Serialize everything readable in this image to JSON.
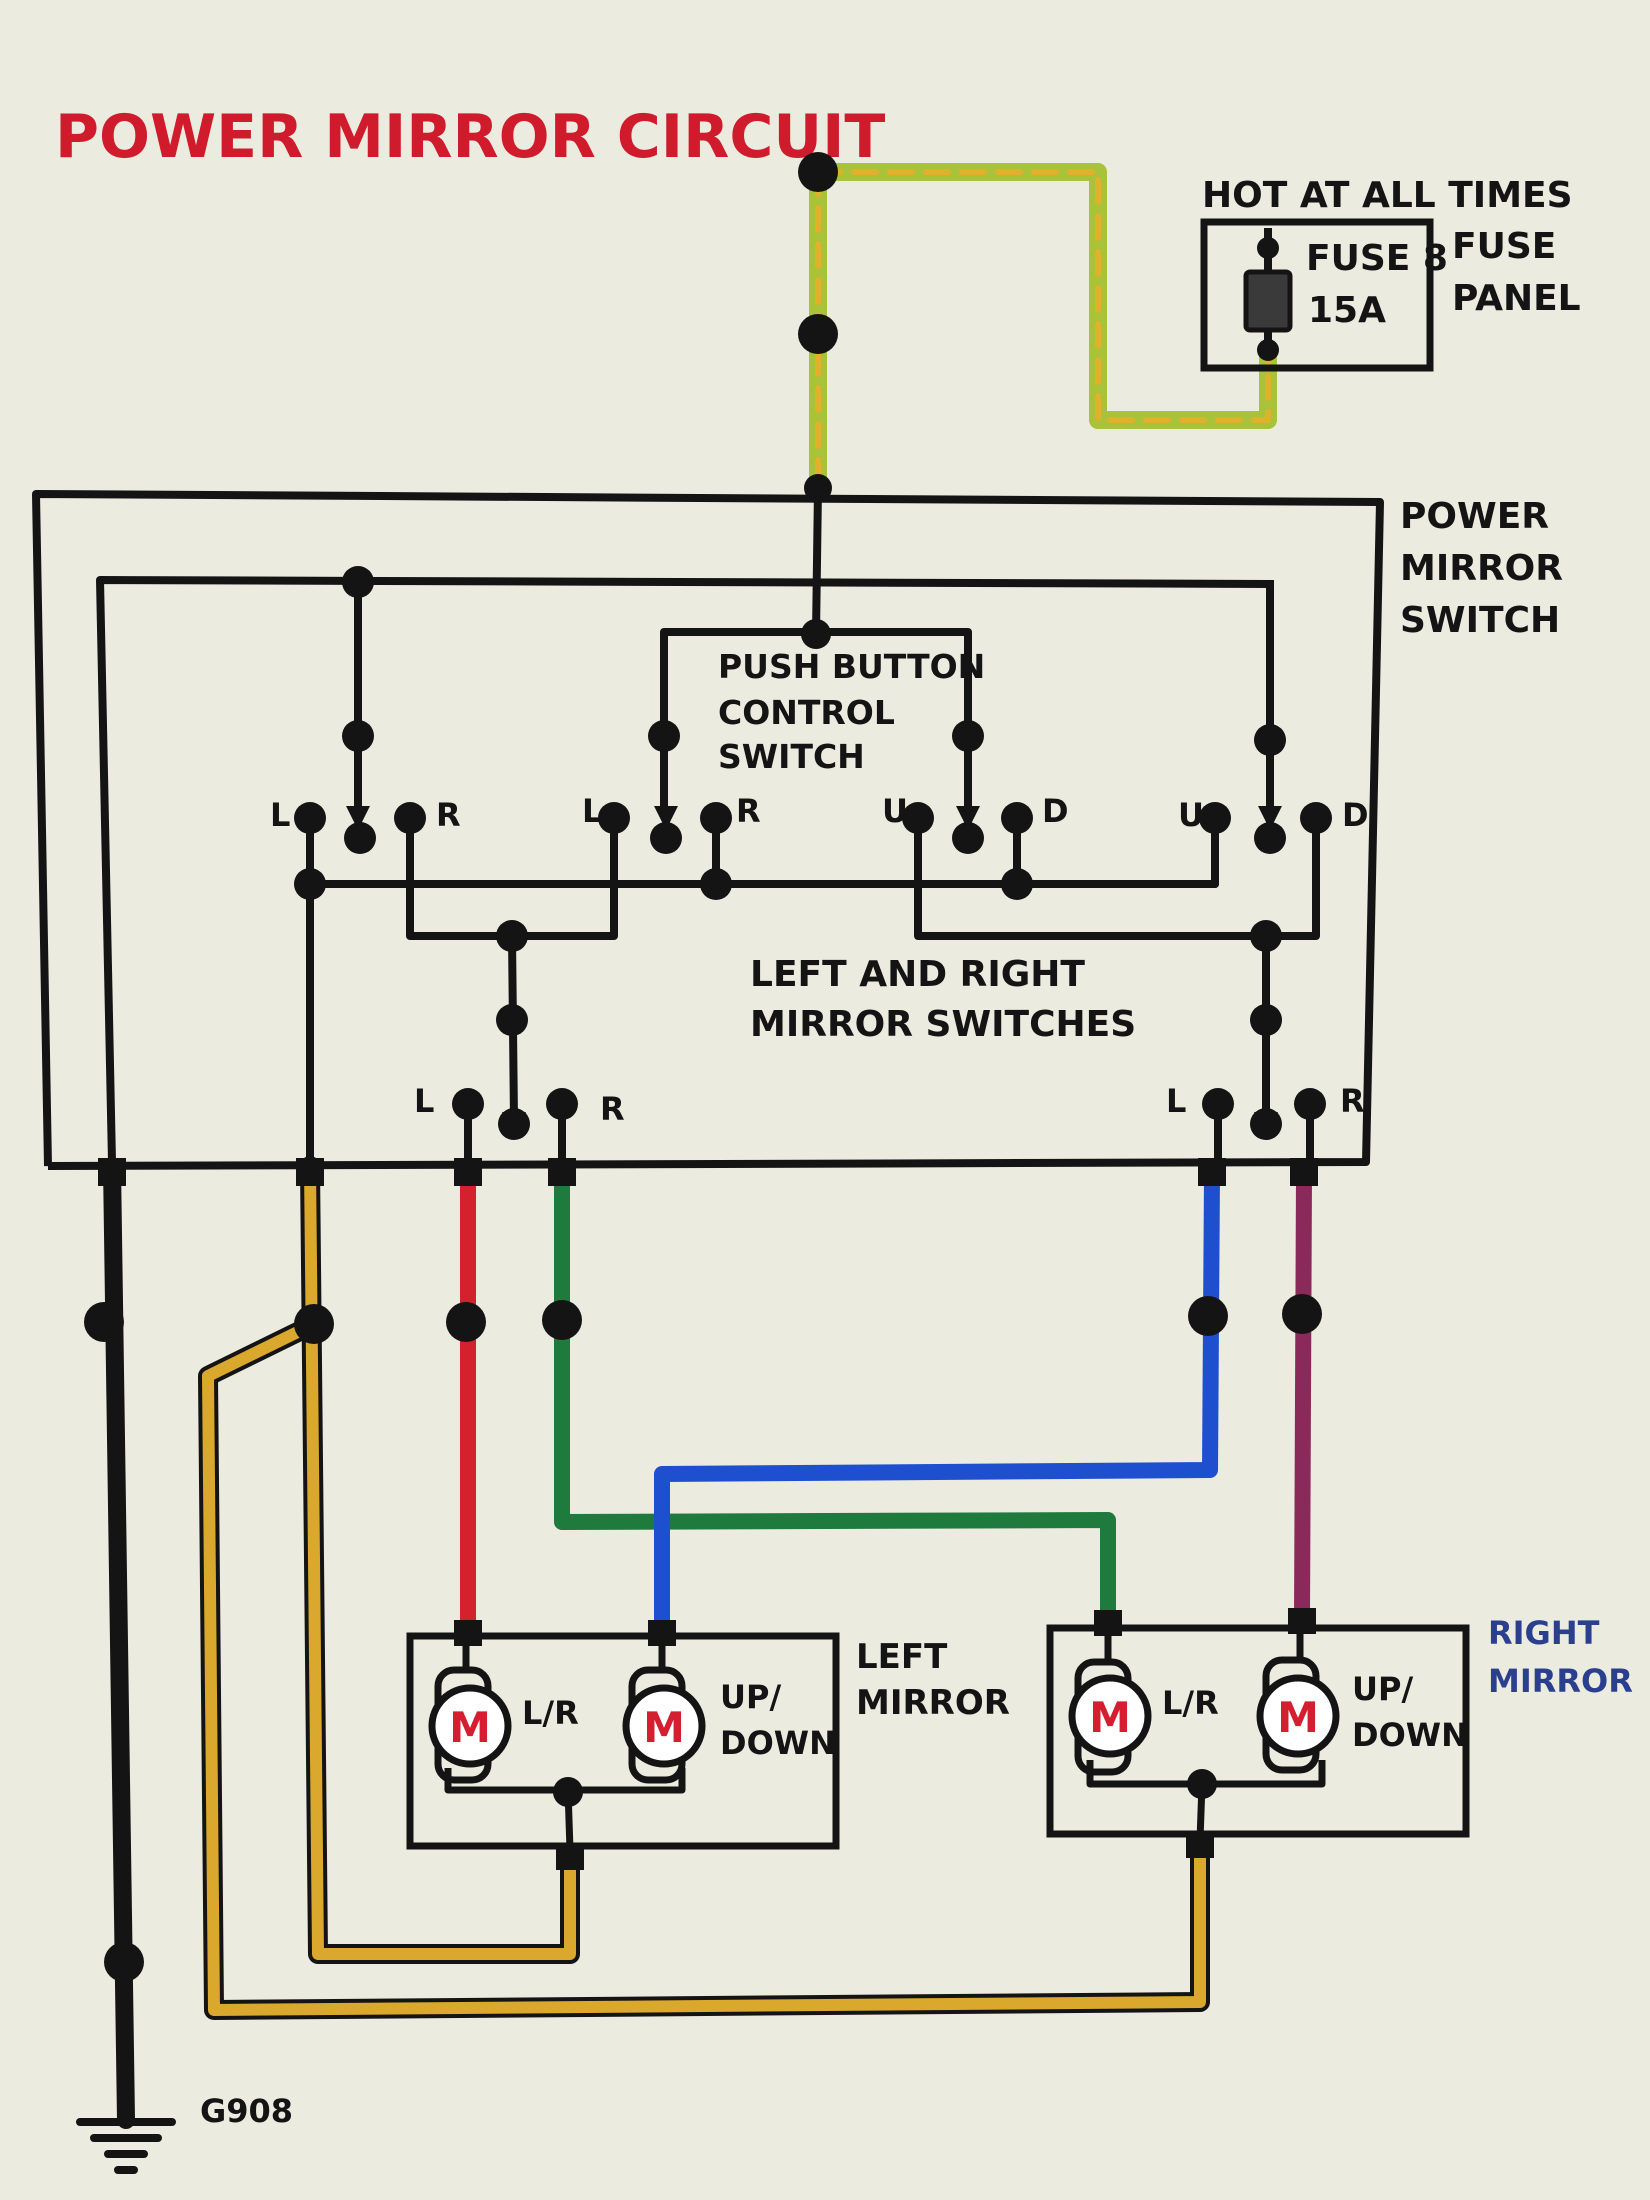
{
  "title": "POWER MIRROR CIRCUIT",
  "fuse": {
    "hot_label": "HOT AT ALL TIMES",
    "fuse_name": "FUSE 8",
    "rating": "15A",
    "panel_line1": "FUSE",
    "panel_line2": "PANEL"
  },
  "switch": {
    "label_line1": "POWER",
    "label_line2": "MIRROR",
    "label_line3": "SWITCH",
    "push_line1": "PUSH BUTTON",
    "push_line2": "CONTROL",
    "push_line3": "SWITCH",
    "mirror_sw_line1": "LEFT AND RIGHT",
    "mirror_sw_line2": "MIRROR SWITCHES",
    "contacts": {
      "l": "L",
      "r": "R",
      "u": "U",
      "d": "D"
    }
  },
  "left_mirror": {
    "label_line1": "LEFT",
    "label_line2": "MIRROR",
    "motor_symbol": "M",
    "motor1_label": "L/R",
    "motor2_line1": "UP/",
    "motor2_line2": "DOWN"
  },
  "right_mirror": {
    "label_line1": "RIGHT",
    "label_line2": "MIRROR",
    "motor_symbol": "M",
    "motor1_label": "L/R",
    "motor2_line1": "UP/",
    "motor2_line2": "DOWN"
  },
  "ground": {
    "label": "G908"
  },
  "colors": {
    "background": "#ecebe0",
    "ink": "#141414",
    "title_red": "#cf1b2b",
    "wire_yellow_green": "#a8c23a",
    "wire_yellow_stripe": "#e0b12a",
    "wire_yellow": "#d9a82c",
    "wire_red": "#d3212e",
    "wire_green": "#1f7a3e",
    "wire_blue": "#1d4fcf",
    "wire_violet": "#8a2a5a",
    "wire_black": "#141414"
  }
}
